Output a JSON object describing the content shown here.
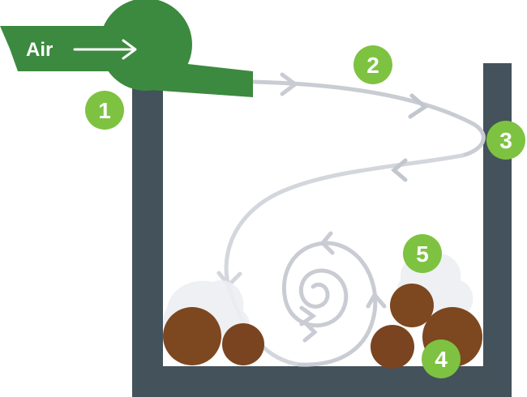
{
  "colors": {
    "green_dark": "#3c8a3f",
    "green_light": "#7ec242",
    "wall": "#44525c",
    "airflow": "#c3c7ce",
    "rock": "#7d4720",
    "rock_shade": "#5a3012",
    "fog": "#e8eaee"
  },
  "blower": {
    "label": "Air",
    "icon": "arrow-right-icon"
  },
  "markers": [
    {
      "id": "1",
      "label": "1"
    },
    {
      "id": "2",
      "label": "2"
    },
    {
      "id": "3",
      "label": "3"
    },
    {
      "id": "4",
      "label": "4"
    },
    {
      "id": "5",
      "label": "5"
    }
  ]
}
